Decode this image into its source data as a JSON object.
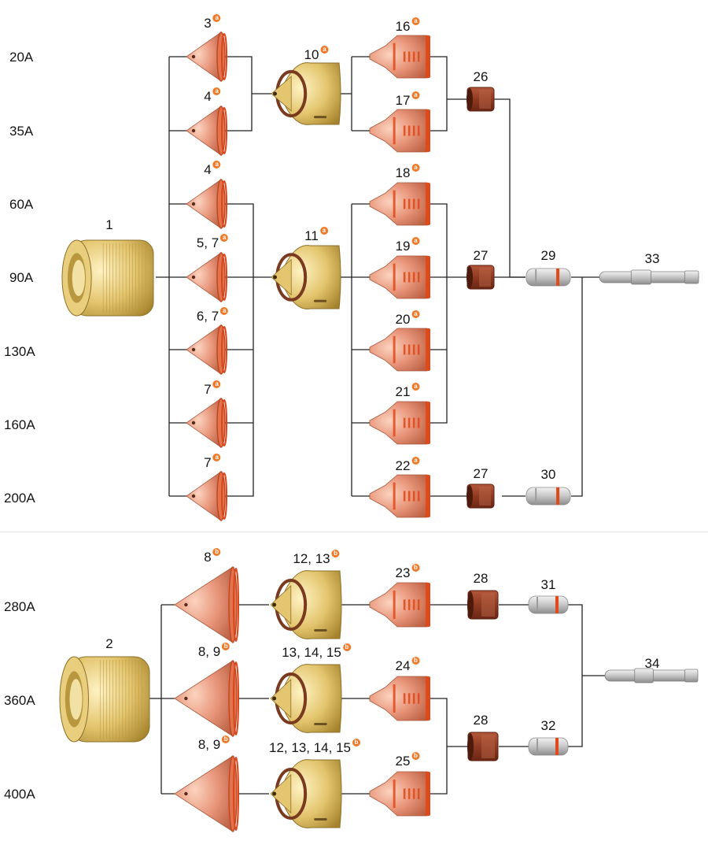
{
  "amps_top": [
    "20A",
    "35A",
    "60A",
    "90A",
    "130A",
    "160A",
    "200A"
  ],
  "amps_bottom": [
    "280A",
    "360A",
    "400A"
  ],
  "part_numbers": {
    "p1": "1",
    "p2": "2",
    "p3": "3",
    "p4a": "4",
    "p4b": "4",
    "p5": "5, 7",
    "p6": "6, 7",
    "p7a": "7",
    "p7b": "7",
    "p10": "10",
    "p11": "11",
    "p16": "16",
    "p17": "17",
    "p18": "18",
    "p19": "19",
    "p20": "20",
    "p21": "21",
    "p22": "22",
    "p26": "26",
    "p27a": "27",
    "p27b": "27",
    "p29": "29",
    "p30": "30",
    "p33": "33",
    "p8a": "8",
    "p8b": "8, 9",
    "p8c": "8, 9",
    "p12a": "12, 13",
    "p13": "13, 14, 15",
    "p12b": "12, 13, 14, 15",
    "p23": "23",
    "p24": "24",
    "p25": "25",
    "p28a": "28",
    "p28b": "28",
    "p31": "31",
    "p32": "32",
    "p34": "34"
  },
  "badges": {
    "top": "a",
    "bottom": "b"
  },
  "colors": {
    "copper": "#e0866a",
    "brass": "#d8b85a",
    "orange_band": "#e24a1a",
    "dark_copper": "#9b3d22",
    "silver": "#c9c9c9",
    "line": "#222222",
    "badge": "#f07a2a"
  }
}
